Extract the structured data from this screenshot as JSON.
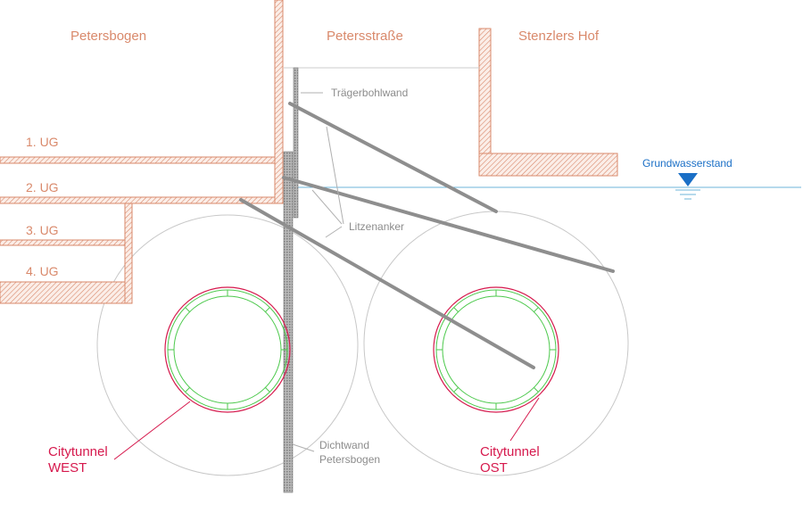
{
  "buildings": {
    "left": "Petersbogen",
    "street": "Petersstraße",
    "right": "Stenzlers Hof"
  },
  "floors": [
    "1. UG",
    "2. UG",
    "3. UG",
    "4. UG"
  ],
  "labels": {
    "beam_wall": "Trägerbohlwand",
    "anchors": "Litzenanker",
    "groundwater": "Grundwasserstand",
    "seal_wall_line1": "Dichtwand",
    "seal_wall_line2": "Petersbogen",
    "tunnel_west_line1": "Citytunnel",
    "tunnel_west_line2": "WEST",
    "tunnel_east_line1": "Citytunnel",
    "tunnel_east_line2": "OST"
  },
  "colors": {
    "building": "#d9896b",
    "tunnel_label": "#d6194d",
    "groundwater": "#1a6fc6",
    "anchor": "#8e8e8e",
    "tunnel_inner": "#4cc94c"
  }
}
